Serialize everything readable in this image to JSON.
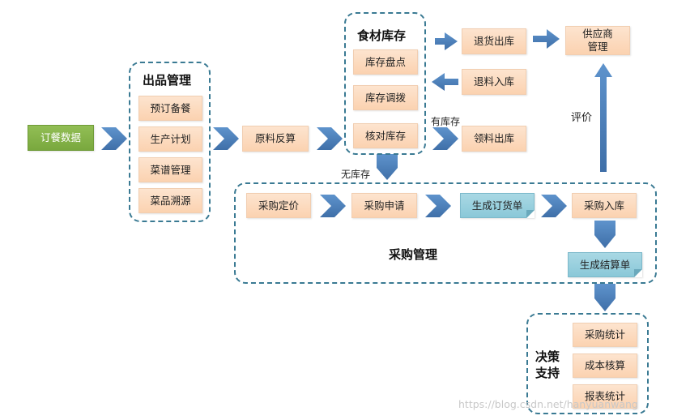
{
  "groups": {
    "output": {
      "title": "出品管理",
      "items": [
        "预订备餐",
        "生产计划",
        "菜谱管理",
        "菜品溯源"
      ]
    },
    "inventory": {
      "title": "食材库存",
      "items": [
        "库存盘点",
        "库存调拨",
        "核对库存"
      ]
    },
    "purchase": {
      "title": "采购管理"
    },
    "decision": {
      "title": "决策\n支持",
      "items": [
        "采购统计",
        "成本核算",
        "报表统计"
      ]
    }
  },
  "nodes": {
    "order_data": "订餐数据",
    "material_calc": "原料反算",
    "return_out": "退货出库",
    "return_in": "退料入库",
    "pick_out": "领料出库",
    "supplier": "供应商\n管理",
    "purchase_price": "采购定价",
    "purchase_request": "采购申请",
    "generate_order": "生成订货单",
    "purchase_in": "采购入库",
    "generate_settlement": "生成结算单"
  },
  "labels": {
    "has_stock": "有库存",
    "no_stock": "无库存",
    "evaluate": "评价"
  },
  "watermark": "https://blog.csdn.net/hanyuanwang",
  "colors": {
    "group_border": "#3a7a93",
    "arrow": "#4a7ebb",
    "box_peach": "#fbd6b8",
    "box_blue": "#8ac8d8",
    "box_green": "#79a83e"
  }
}
